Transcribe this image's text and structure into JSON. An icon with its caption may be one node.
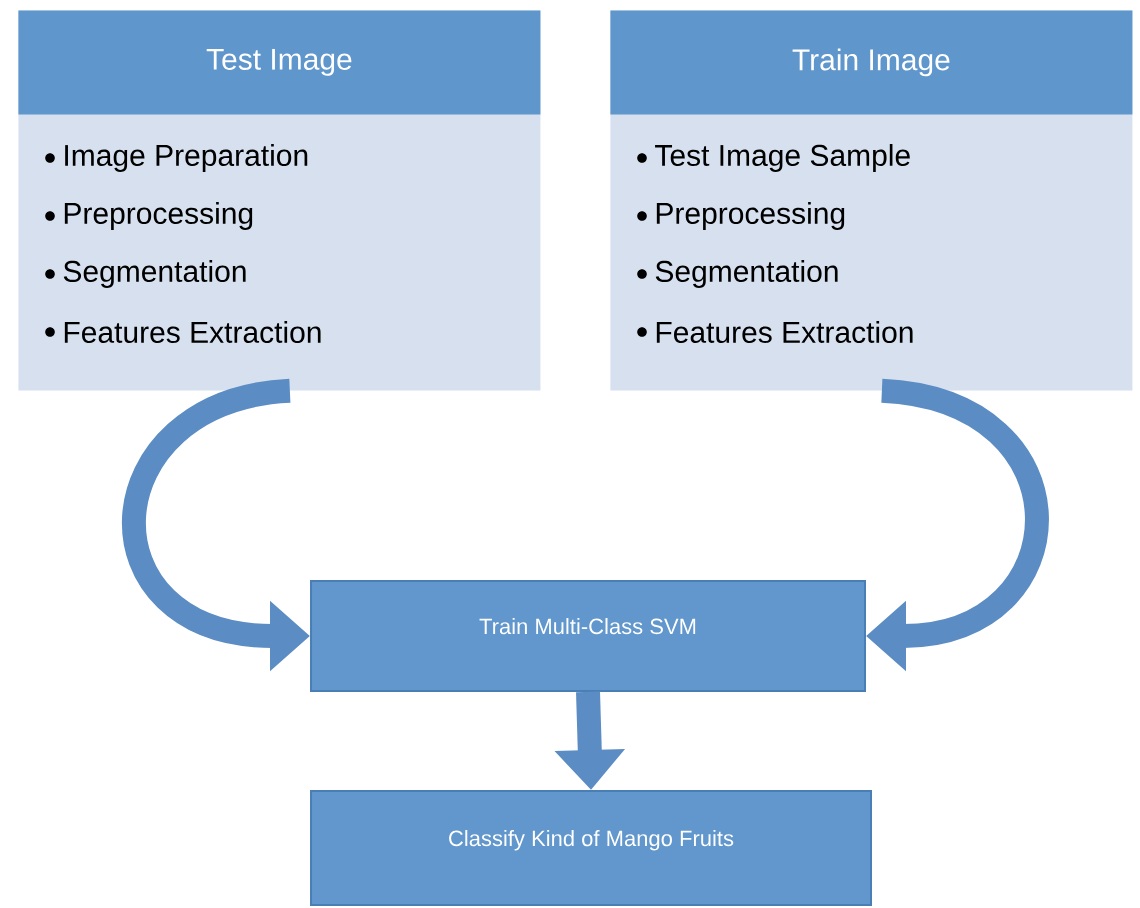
{
  "diagram": {
    "nodes": [
      {
        "text": [
          "Test Image",
          "Image Preparation",
          "Preprocessing",
          "Segmentation",
          "Features Extraction"
        ]
      },
      {
        "text": [
          "Train Image",
          "Test Image Sample",
          "Preprocessing",
          "Segmentation",
          "Features Extraction"
        ]
      },
      {
        "text": [
          "Train Multi-Class SVM"
        ]
      },
      {
        "text": [
          "Classify Kind of Mango Fruits"
        ]
      }
    ],
    "edges": [
      {
        "from": 0,
        "to": 2,
        "arrow": "to"
      },
      {
        "from": 1,
        "to": 2,
        "arrow": "to"
      },
      {
        "from": 2,
        "to": 3,
        "arrow": "to"
      }
    ]
  }
}
